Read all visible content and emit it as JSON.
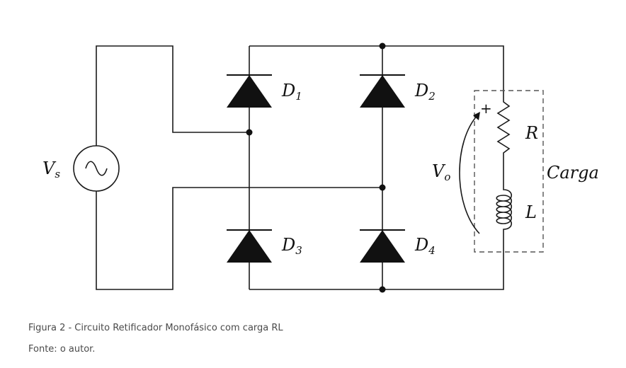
{
  "diagram": {
    "source": {
      "label": "V",
      "subscript": "s"
    },
    "diodes": [
      {
        "label": "D",
        "subscript": "1"
      },
      {
        "label": "D",
        "subscript": "2"
      },
      {
        "label": "D",
        "subscript": "3"
      },
      {
        "label": "D",
        "subscript": "4"
      }
    ],
    "output_voltage": {
      "label": "V",
      "subscript": "o",
      "plus_sign": "+"
    },
    "resistor_label": "R",
    "inductor_label": "L",
    "load_label": "Carga"
  },
  "caption": {
    "figure": "Figura 2 - Circuito Retificador Monofásico com carga RL",
    "source": "Fonte: o autor."
  }
}
